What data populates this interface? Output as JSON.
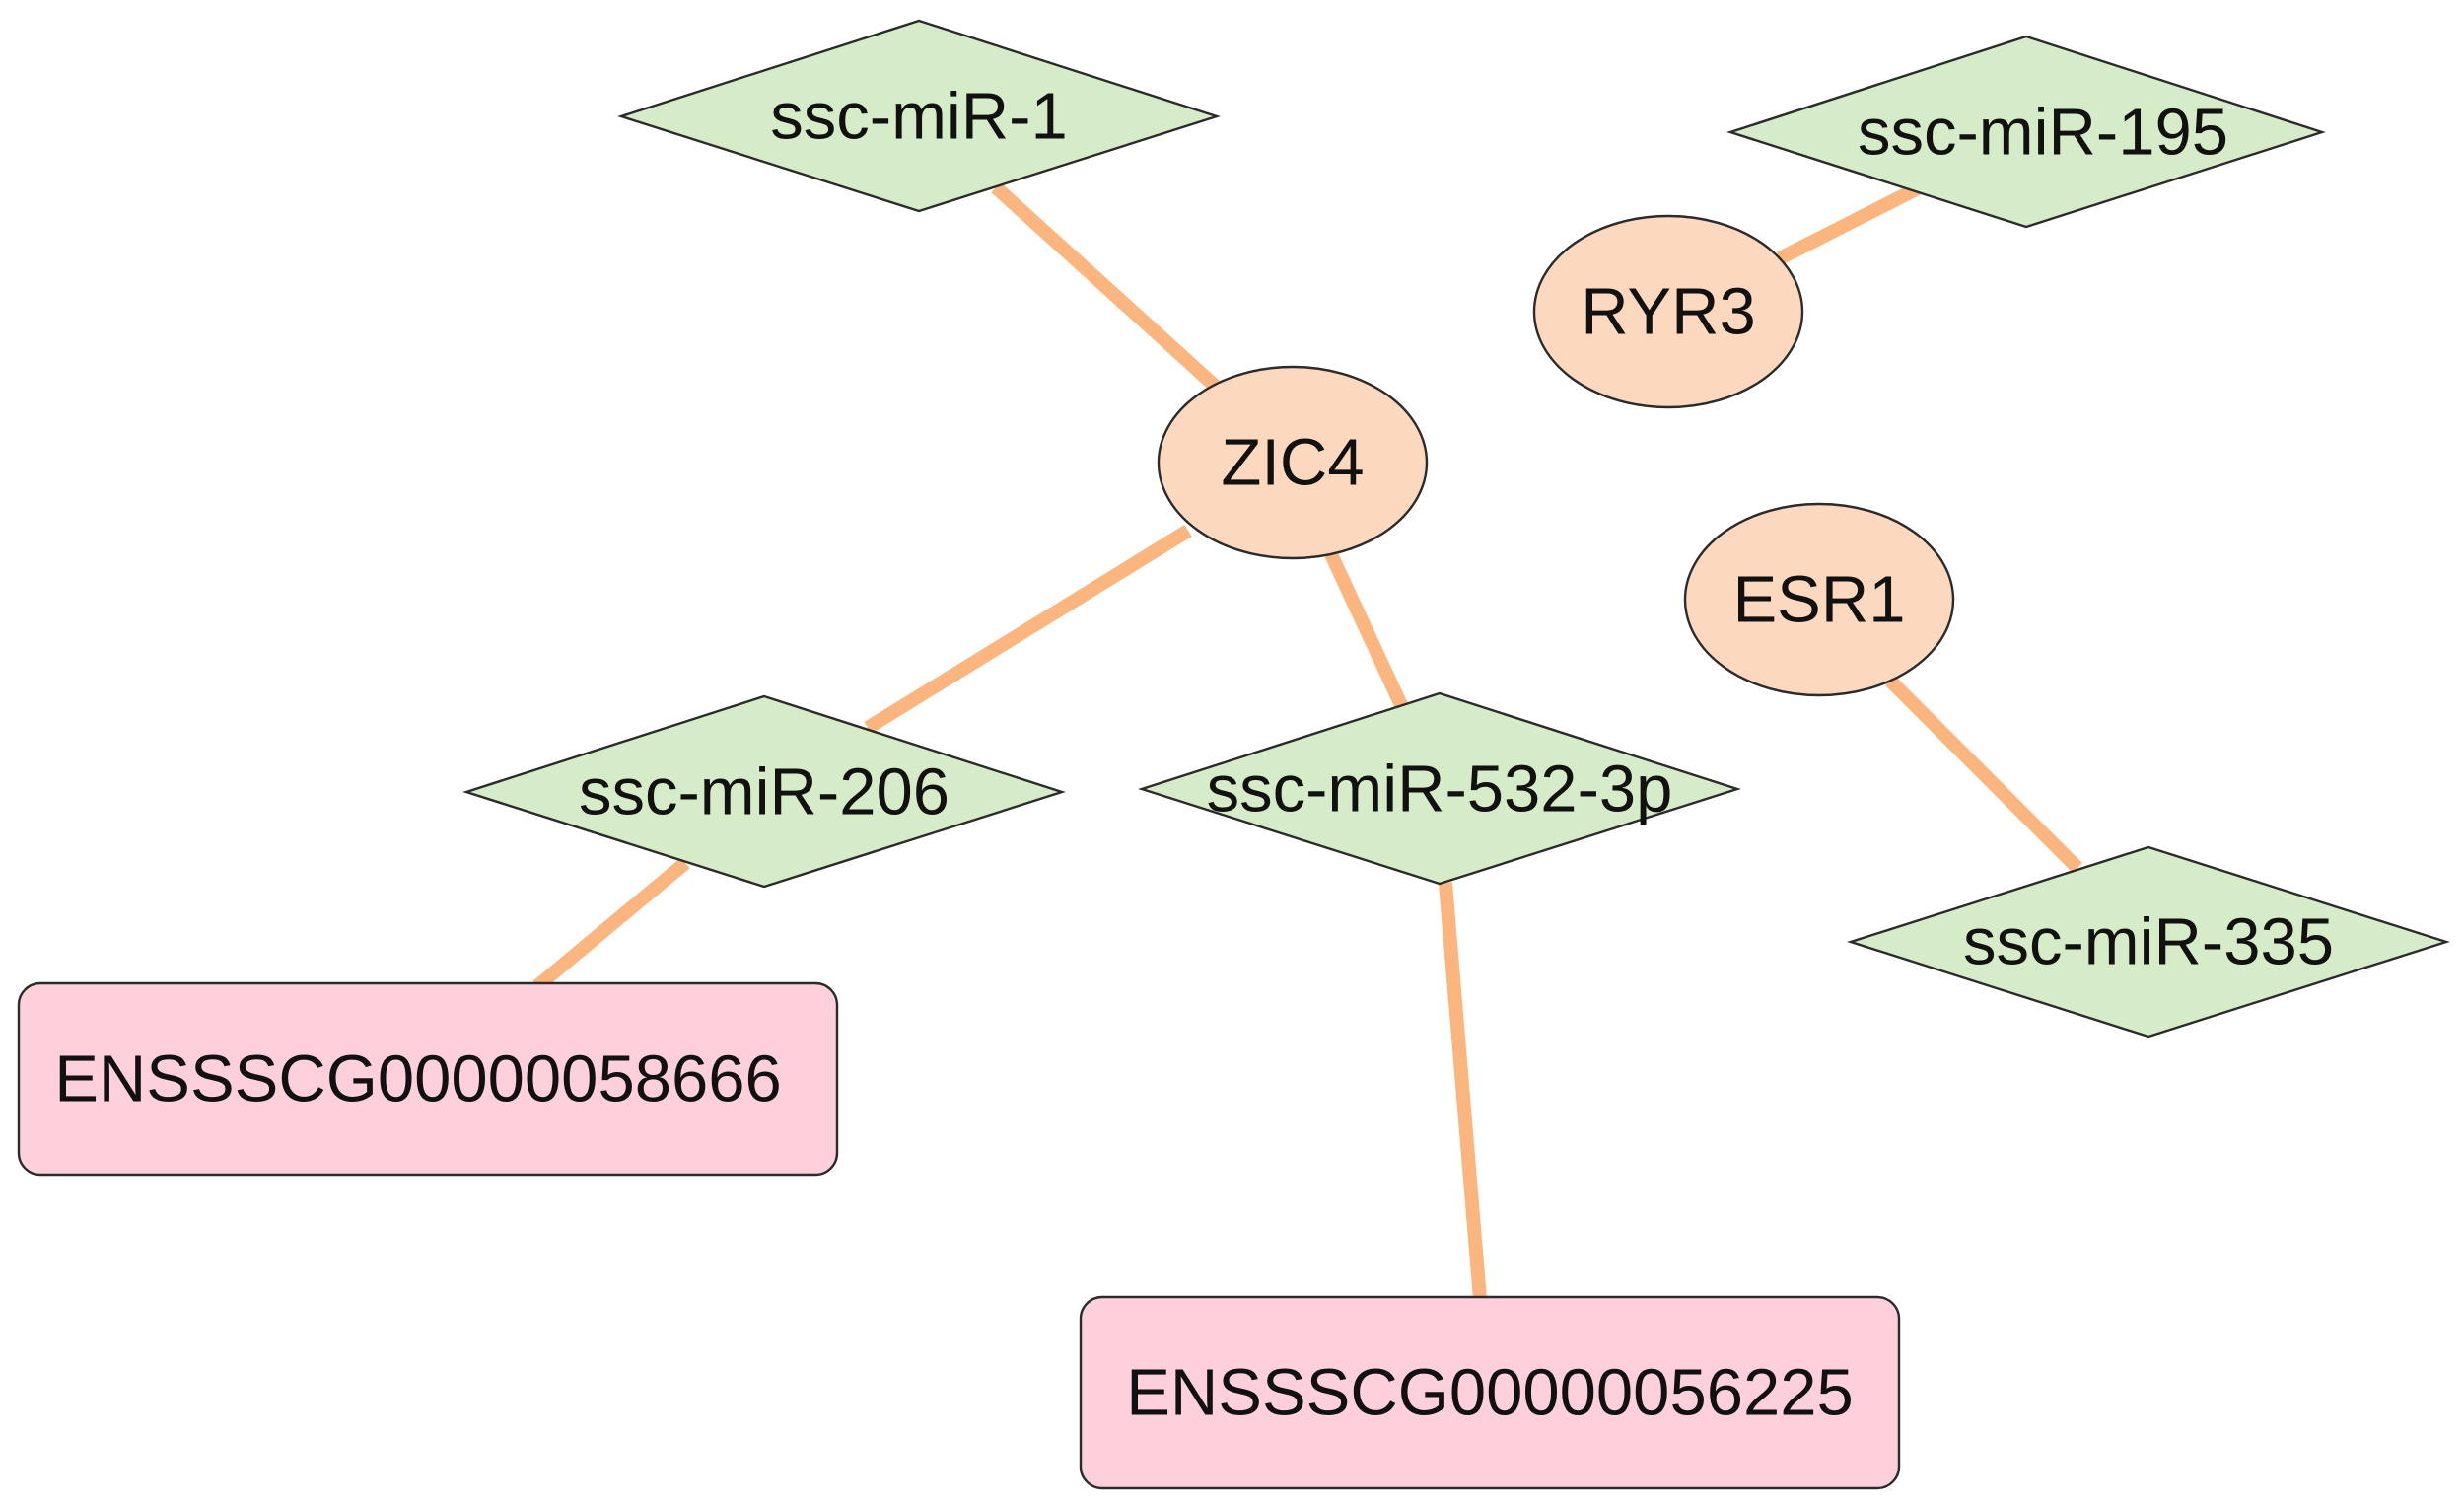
{
  "colors": {
    "edge": "#fbb680",
    "mirna_fill": "#d6ecc8",
    "gene_fill": "#fcd8be",
    "lncrna_fill": "#fdd0dc"
  },
  "nodes": {
    "mir1": "ssc-miR-1",
    "mir195": "ssc-miR-195",
    "ryr3": "RYR3",
    "zic4": "ZIC4",
    "esr1": "ESR1",
    "mir206": "ssc-miR-206",
    "mir532": "ssc-miR-532-3p",
    "mir335": "ssc-miR-335",
    "ens58666": "ENSSSCG00000058666",
    "ens56225": "ENSSSCG00000056225"
  },
  "edges": [
    [
      "mir1",
      "zic4"
    ],
    [
      "zic4",
      "mir206"
    ],
    [
      "zic4",
      "mir532"
    ],
    [
      "mir206",
      "ens58666"
    ],
    [
      "mir532",
      "ens56225"
    ],
    [
      "ryr3",
      "mir195"
    ],
    [
      "esr1",
      "mir335"
    ]
  ]
}
